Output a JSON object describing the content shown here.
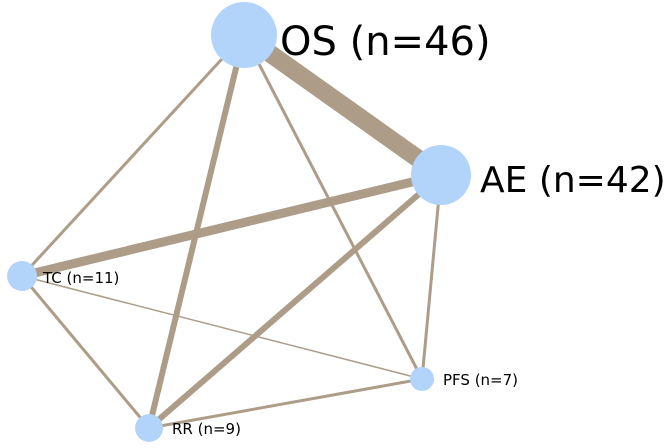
{
  "colors": {
    "node_fill": "#b3d4fa",
    "edge_stroke": "#ad9d88",
    "background": "#ffffff"
  },
  "nodes": [
    {
      "id": "OS",
      "label": "OS (n=46)",
      "n": 46
    },
    {
      "id": "AE",
      "label": "AE (n=42)",
      "n": 42
    },
    {
      "id": "TC",
      "label": "TC (n=11)",
      "n": 11
    },
    {
      "id": "RR",
      "label": "RR (n=9)",
      "n": 9
    },
    {
      "id": "PFS",
      "label": "PFS (n=7)",
      "n": 7
    }
  ],
  "edges": [
    {
      "source": "OS",
      "target": "AE",
      "weight": 6
    },
    {
      "source": "AE",
      "target": "TC",
      "weight": 3
    },
    {
      "source": "AE",
      "target": "RR",
      "weight": 2
    },
    {
      "source": "OS",
      "target": "RR",
      "weight": 2
    },
    {
      "source": "OS",
      "target": "TC",
      "weight": 1
    },
    {
      "source": "OS",
      "target": "PFS",
      "weight": 1
    },
    {
      "source": "AE",
      "target": "PFS",
      "weight": 1
    },
    {
      "source": "TC",
      "target": "RR",
      "weight": 1
    },
    {
      "source": "RR",
      "target": "PFS",
      "weight": 1
    },
    {
      "source": "TC",
      "target": "PFS",
      "weight": 0.5
    }
  ]
}
